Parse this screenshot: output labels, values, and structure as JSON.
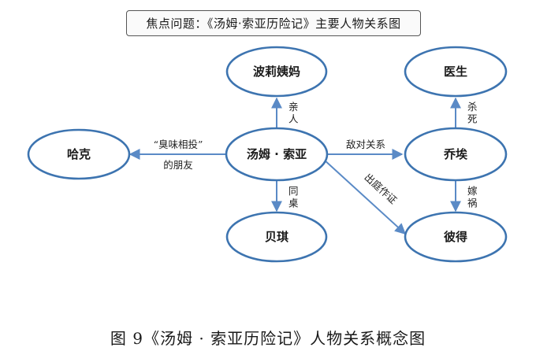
{
  "focus_question": "焦点问题：《汤姆·索亚历险记》主要人物关系图",
  "nodes": {
    "center": "汤姆 · 索亚",
    "aunt": "波莉姨妈",
    "huck": "哈克",
    "becky": "贝琪",
    "doctor": "医生",
    "joe": "乔埃",
    "peter": "彼得"
  },
  "edges": {
    "aunt": "亲人",
    "huck_line1": "“臭味相投”",
    "huck_line2": "的朋友",
    "becky": "同桌",
    "joe": "敌对关系",
    "peter": "出庭作证",
    "doctor": "杀死",
    "frame": "嫁祸"
  },
  "caption": "图 9《汤姆 · 索亚历险记》人物关系概念图"
}
